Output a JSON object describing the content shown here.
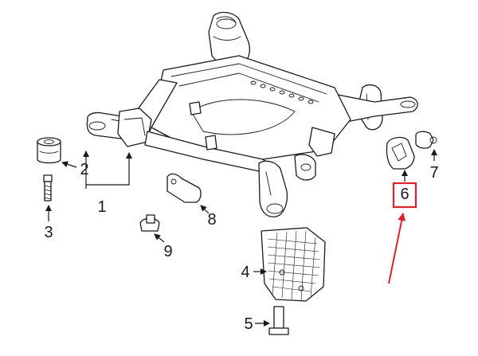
{
  "callouts": {
    "c1": "1",
    "c2": "2",
    "c3": "3",
    "c4": "4",
    "c5": "5",
    "c6": "6",
    "c7": "7",
    "c8": "8",
    "c9": "9"
  },
  "colors": {
    "line": "#1a1a1a",
    "highlight": "#e0212b",
    "background": "#ffffff"
  }
}
